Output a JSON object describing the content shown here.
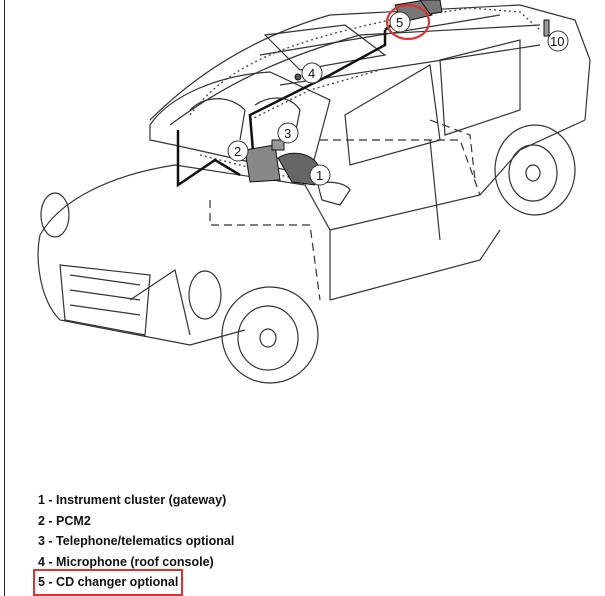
{
  "callouts": [
    {
      "num": "1"
    },
    {
      "num": "2"
    },
    {
      "num": "3"
    },
    {
      "num": "4"
    },
    {
      "num": "5"
    },
    {
      "num": "10"
    }
  ],
  "legend": {
    "items": [
      {
        "text": "1 - Instrument cluster (gateway)"
      },
      {
        "text": "2 - PCM2"
      },
      {
        "text": "3 - Telephone/telematics optional"
      },
      {
        "text": "4 - Microphone (roof console)"
      },
      {
        "text": "5 - CD changer optional"
      }
    ]
  },
  "highlight_color": "#e0322f",
  "line_color": "#222222"
}
